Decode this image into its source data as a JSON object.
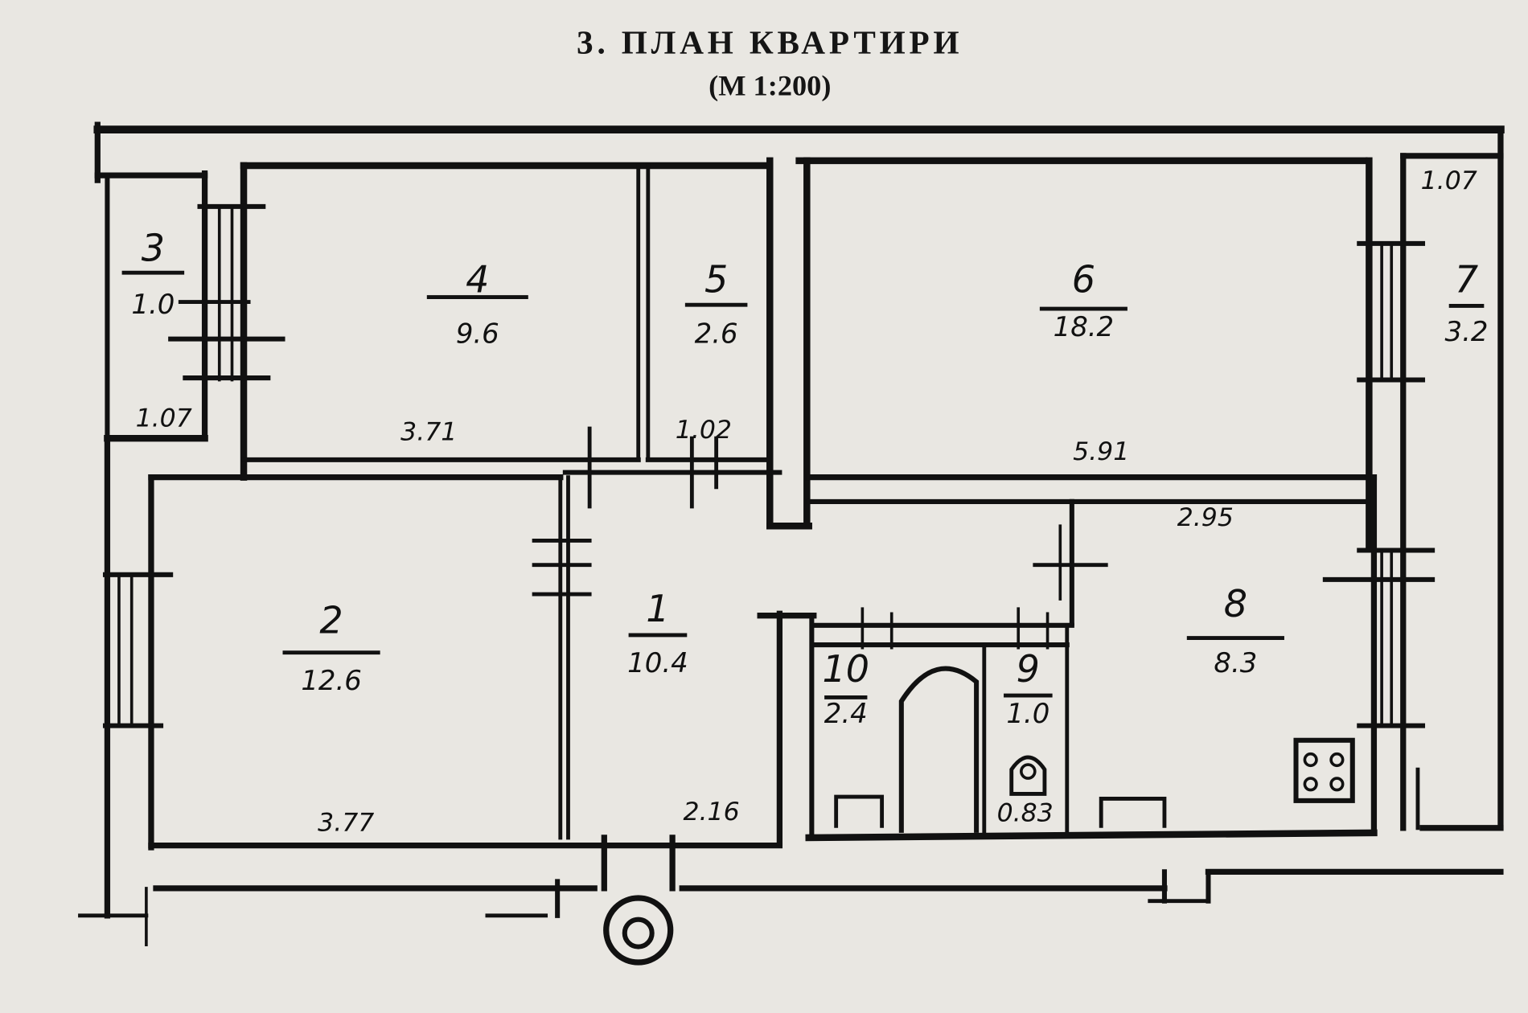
{
  "header": {
    "title": "3. ПЛАН   КВАРТИРИ",
    "scale": "(М 1:200)"
  },
  "rooms": [
    {
      "number": "1",
      "area": "10.4"
    },
    {
      "number": "2",
      "area": "12.6"
    },
    {
      "number": "3",
      "area": "1.0"
    },
    {
      "number": "4",
      "area": "9.6"
    },
    {
      "number": "5",
      "area": "2.6"
    },
    {
      "number": "6",
      "area": "18.2"
    },
    {
      "number": "7",
      "area": "3.2"
    },
    {
      "number": "8",
      "area": "8.3"
    },
    {
      "number": "9",
      "area": "1.0"
    },
    {
      "number": "10",
      "area": "2.4"
    }
  ],
  "dimensions": {
    "room3_width": "1.07",
    "room4_width": "3.71",
    "room5_width": "1.02",
    "room6_width": "5.91",
    "room7_width": "1.07",
    "room8_width": "2.95",
    "room2_width": "3.77",
    "room1_width": "2.16",
    "room9_width": "0.83"
  },
  "colors": {
    "ink": "#111111",
    "paper": "#e9e7e2"
  }
}
